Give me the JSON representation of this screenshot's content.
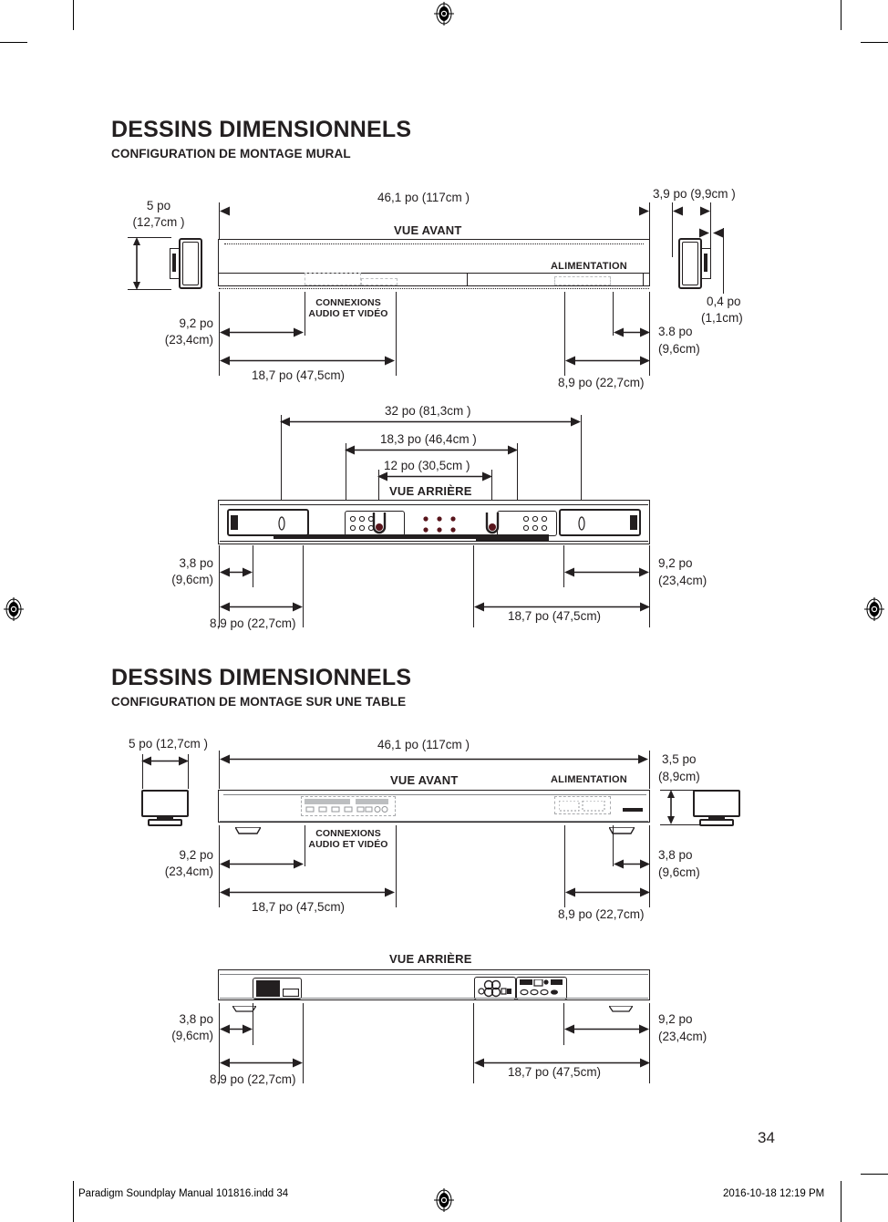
{
  "page": {
    "number": "34",
    "footer_left": "Paradigm Soundplay Manual 101816.indd   34",
    "footer_right": "2016-10-18   12:19 PM"
  },
  "sections": [
    {
      "title": "DESSINS DIMENSIONNELS",
      "subtitle": "CONFIGURATION DE MONTAGE MURAL",
      "front": {
        "view_label": "VUE AVANT",
        "power_label": "ALIMENTATION",
        "connections_label_line1": "CONNEXIONS",
        "connections_label_line2": "AUDIO ET VIDÉO",
        "height_in": "5 po",
        "height_cm": "(12,7cm )",
        "width_top": "46,1 po (117cm   )",
        "depth_top": "3,9 po (9,9cm  )",
        "depth_small_in": "0,4 po",
        "depth_small_cm": "(1,1cm)",
        "left_offset_in": "9,2 po",
        "left_offset_cm": "(23,4cm)",
        "left_span": "18,7 po (47,5cm)",
        "right_span": "8,9 po (22,7cm)",
        "right_offset_in": "3.8 po",
        "right_offset_cm": "(9,6cm)"
      },
      "rear": {
        "view_label": "VUE ARRIÈRE",
        "span_outer": "32 po (81,3cm  )",
        "span_mid": "18,3 po (46,4cm   )",
        "span_inner": "12 po (30,5cm  )",
        "left_small_in": "3,8 po",
        "left_small_cm": "(9,6cm)",
        "left_span": "8,9 po (22,7cm)",
        "right_span": "18,7 po (47,5cm)",
        "right_offset_in": "9,2 po",
        "right_offset_cm": "(23,4cm)"
      }
    },
    {
      "title": "DESSINS DIMENSIONNELS",
      "subtitle": "CONFIGURATION DE MONTAGE SUR UNE TABLE",
      "front": {
        "view_label": "VUE AVANT",
        "power_label": "ALIMENTATION",
        "connections_label_line1": "CONNEXIONS",
        "connections_label_line2": "AUDIO ET VIDÉO",
        "depth_top": "5 po  (12,7cm )",
        "width_top": "46,1 po (117cm   )",
        "height_in": "3,5 po",
        "height_cm": "(8,9cm)",
        "left_offset_in": "9,2 po",
        "left_offset_cm": "(23,4cm)",
        "left_span": "18,7 po (47,5cm)",
        "right_span": "8,9 po (22,7cm)",
        "right_offset_in": "3,8 po",
        "right_offset_cm": "(9,6cm)"
      },
      "rear": {
        "view_label": "VUE ARRIÈRE",
        "left_small_in": "3,8 po",
        "left_small_cm": "(9,6cm)",
        "left_span": "8,9 po (22,7cm)",
        "right_span": "18,7 po (47,5cm)",
        "right_offset_in": "9,2 po",
        "right_offset_cm": "(23,4cm)"
      }
    }
  ]
}
